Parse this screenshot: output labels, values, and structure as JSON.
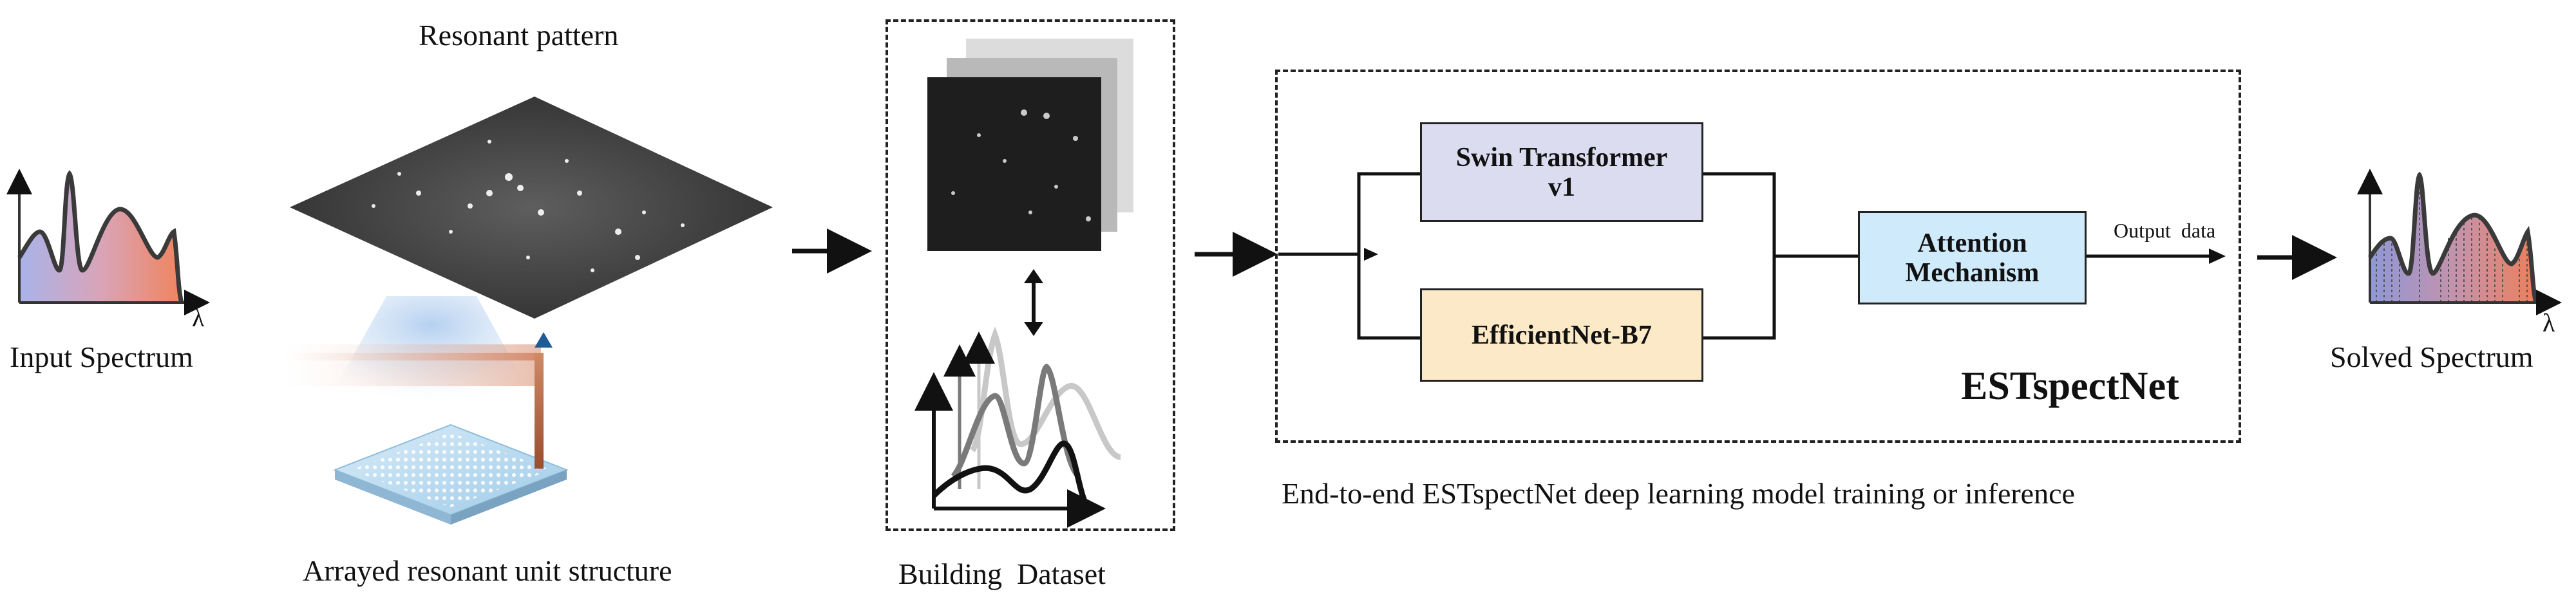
{
  "labels": {
    "resonant_pattern": "Resonant pattern",
    "input_spectrum": "Input Spectrum",
    "arrayed_structure": "Arrayed resonant unit structure",
    "building_dataset": "Building  Dataset",
    "pipeline_caption": "End-to-end ESTspectNet deep learning model training or inference",
    "solved_spectrum": "Solved Spectrum",
    "model_name": "ESTspectNet",
    "output_data": "Output  data",
    "lambda_left": "λ",
    "lambda_right": "λ"
  },
  "blocks": {
    "swin": "Swin Transformer v1",
    "efficientnet": "EfficientNet-B7",
    "attention": "Attention Mechanism"
  },
  "colors": {
    "swin_fill": "#dcdcf0",
    "efficientnet_fill": "#fbe9c7",
    "attention_fill": "#cfeafa",
    "spectrum_blue": "#9aa6e0",
    "spectrum_red": "#ef8f70",
    "dataset_curve_light": "#c8c8c8",
    "dataset_curve_mid": "#808080",
    "dataset_curve_dark": "#111111"
  },
  "icons": {
    "resonant_pattern": "speckle-pattern-image",
    "chip": "resonant-chip",
    "dataset_images": "image-stack",
    "dataset_curves": "spectrum-curves-plot"
  }
}
